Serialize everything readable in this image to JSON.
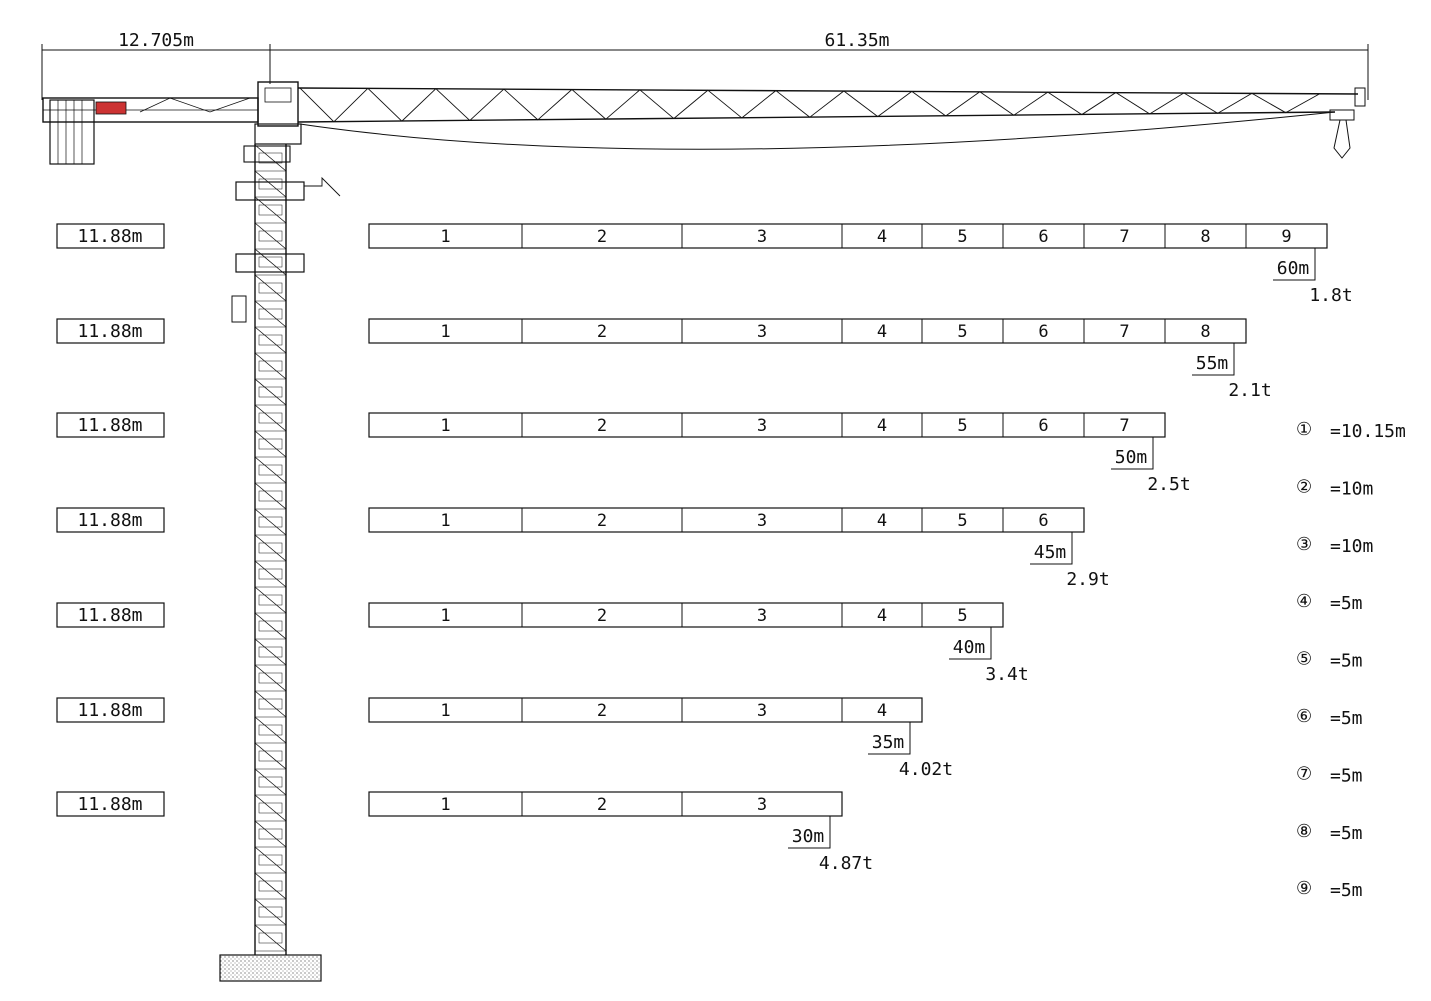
{
  "dimensions": {
    "counterjib": "12.705m",
    "jib": "61.35m"
  },
  "rows": [
    {
      "counterjib_label": "11.88m",
      "segments": [
        "1",
        "2",
        "3",
        "4",
        "5",
        "6",
        "7",
        "8",
        "9"
      ],
      "radius": "60m",
      "load": "1.8t"
    },
    {
      "counterjib_label": "11.88m",
      "segments": [
        "1",
        "2",
        "3",
        "4",
        "5",
        "6",
        "7",
        "8"
      ],
      "radius": "55m",
      "load": "2.1t"
    },
    {
      "counterjib_label": "11.88m",
      "segments": [
        "1",
        "2",
        "3",
        "4",
        "5",
        "6",
        "7"
      ],
      "radius": "50m",
      "load": "2.5t"
    },
    {
      "counterjib_label": "11.88m",
      "segments": [
        "1",
        "2",
        "3",
        "4",
        "5",
        "6"
      ],
      "radius": "45m",
      "load": "2.9t"
    },
    {
      "counterjib_label": "11.88m",
      "segments": [
        "1",
        "2",
        "3",
        "4",
        "5"
      ],
      "radius": "40m",
      "load": "3.4t"
    },
    {
      "counterjib_label": "11.88m",
      "segments": [
        "1",
        "2",
        "3",
        "4"
      ],
      "radius": "35m",
      "load": "4.02t"
    },
    {
      "counterjib_label": "11.88m",
      "segments": [
        "1",
        "2",
        "3"
      ],
      "radius": "30m",
      "load": "4.87t"
    }
  ],
  "legend": [
    {
      "symbol": "①",
      "value": "=10.15m"
    },
    {
      "symbol": "②",
      "value": "=10m"
    },
    {
      "symbol": "③",
      "value": "=10m"
    },
    {
      "symbol": "④",
      "value": "=5m"
    },
    {
      "symbol": "⑤",
      "value": "=5m"
    },
    {
      "symbol": "⑥",
      "value": "=5m"
    },
    {
      "symbol": "⑦",
      "value": "=5m"
    },
    {
      "symbol": "⑧",
      "value": "=5m"
    },
    {
      "symbol": "⑨",
      "value": "=5m"
    }
  ]
}
